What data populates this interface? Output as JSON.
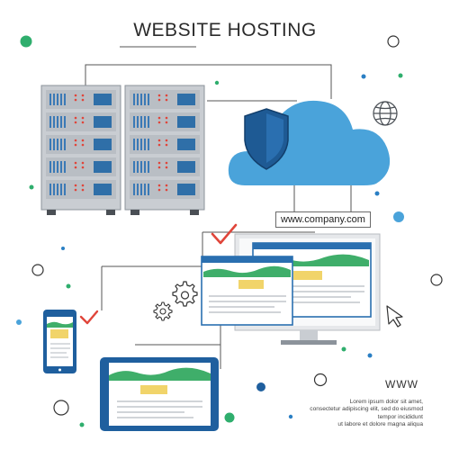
{
  "title": "WEBSITE HOSTING",
  "domain_label": "www.company.com",
  "www_label": "WWW",
  "lorem_lines": [
    "Lorem ipsum dolor sit amet,",
    "consectetur adipiscing elit, sed do eiusmod",
    "tempor incididunt",
    "ut labore et dolore magna aliqua"
  ],
  "colors": {
    "server_body": "#c9cdd2",
    "server_panel": "#2f6fa8",
    "cloud": "#4aa3da",
    "shield": "#1e5a94",
    "screen_frame": "#1f5f9e",
    "green_hill": "#3fae6a",
    "yellow_block": "#f1d46a",
    "check_red": "#e0453a",
    "accent_blue_dot": "#2a7fc4",
    "accent_green_dot": "#2fae6d"
  },
  "icons": [
    "server-rack-icon",
    "cloud-icon",
    "shield-icon",
    "globe-icon",
    "gear-icon",
    "cursor-icon",
    "check-icon",
    "phone-icon",
    "tablet-icon",
    "monitor-icon"
  ]
}
